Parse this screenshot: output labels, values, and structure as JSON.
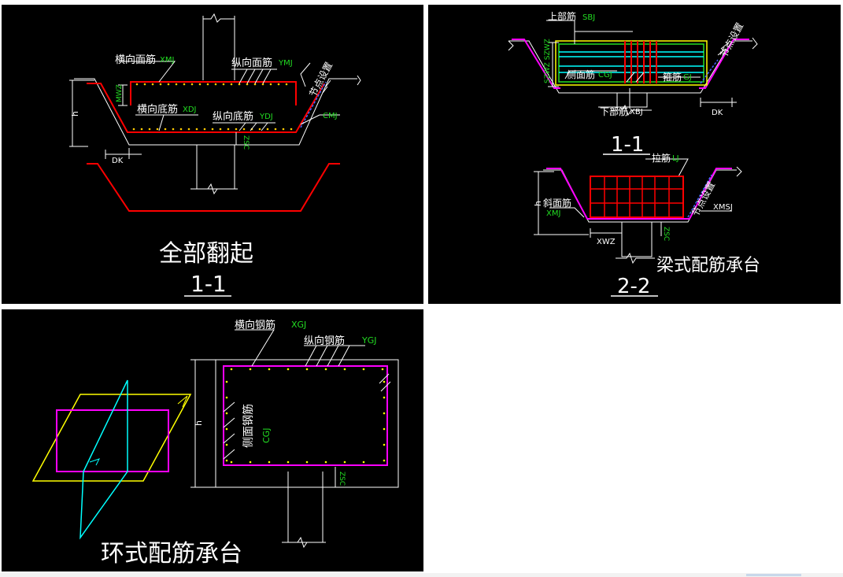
{
  "panel1": {
    "xmj": "横向面筋",
    "xmj_code": "XMJ",
    "ymj": "纵向面筋",
    "ymj_code": "YMJ",
    "mwz": "MWZ",
    "h": "h",
    "xdj": "横向底筋",
    "xdj_code": "XDJ",
    "ydj": "纵向底筋",
    "ydj_code": "YDJ",
    "jdsz": "节点设置",
    "cmj": "CMJ",
    "zsc": "ZSC",
    "dk": "DK",
    "title": "全部翻起",
    "section": "1-1"
  },
  "panel2": {
    "sbj": "上部筋",
    "sbj_code": "SBJ",
    "szwz": "SZWZ SZWZ",
    "cmj": "侧面筋",
    "cgj_code": "CGJ",
    "gj": "箍筋",
    "gj_code": "GJ",
    "jdsz": "节点设置",
    "xbj": "下部筋",
    "xbj_code": "XBJ",
    "dk": "DK",
    "section1": "1-1",
    "lj": "拉筋",
    "lj_code": "LJ",
    "jdsz2": "节点设置",
    "h": "h",
    "xiemj": "斜面筋",
    "xmj_code": "XMJ",
    "xmsj": "XMSJ",
    "xwz": "XWZ",
    "zsc": "ZSC",
    "title": "梁式配筋承台",
    "section2": "2-2"
  },
  "panel3": {
    "xgj": "横向钢筋",
    "xgj_code": "XGJ",
    "ygj": "纵向钢筋",
    "ygj_code": "YGJ",
    "cmgj": "侧面钢筋",
    "cgj_code": "CGJ",
    "h": "h",
    "zsc": "ZSC",
    "title": "环式配筋承台"
  }
}
